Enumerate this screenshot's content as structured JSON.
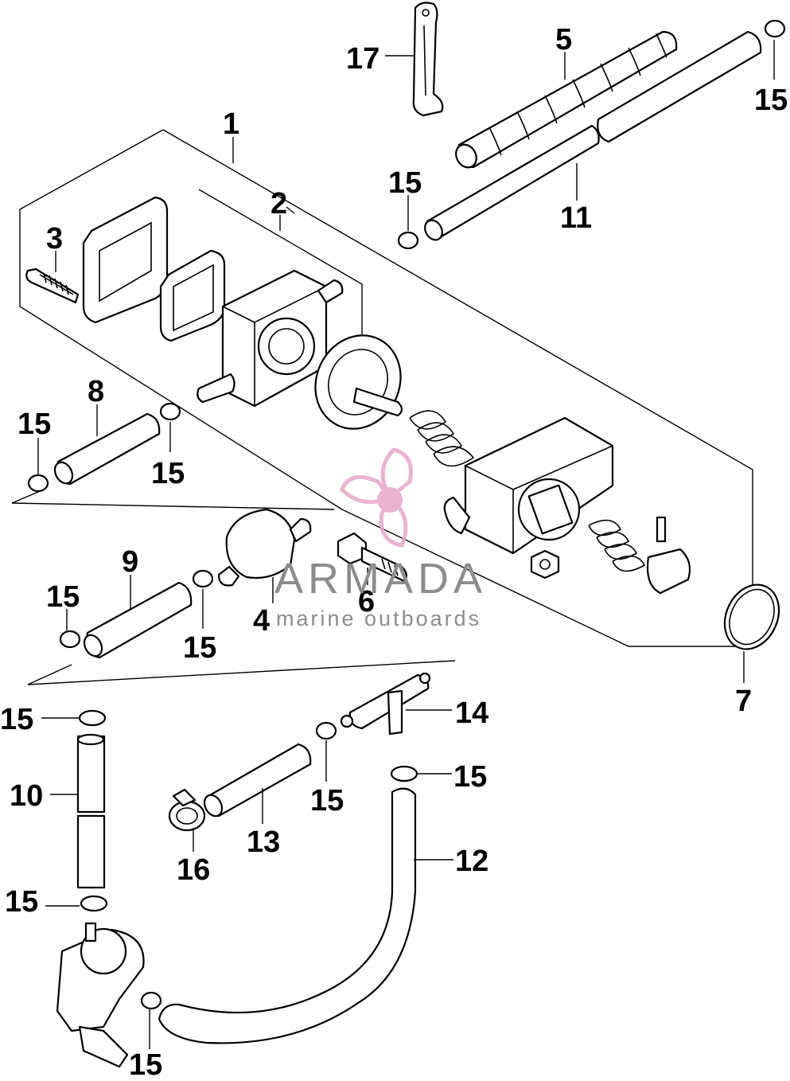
{
  "watermark": {
    "brand": "ARMADA",
    "tagline": "marine outboards",
    "logo_color": "#e8a6c8",
    "text_color": "#8c8c8c"
  },
  "callouts": [
    {
      "id": "1",
      "label": "1"
    },
    {
      "id": "2",
      "label": "2"
    },
    {
      "id": "3",
      "label": "3"
    },
    {
      "id": "4",
      "label": "4"
    },
    {
      "id": "5",
      "label": "5"
    },
    {
      "id": "6",
      "label": "6"
    },
    {
      "id": "7",
      "label": "7"
    },
    {
      "id": "8",
      "label": "8"
    },
    {
      "id": "9",
      "label": "9"
    },
    {
      "id": "10",
      "label": "10"
    },
    {
      "id": "11",
      "label": "11"
    },
    {
      "id": "12",
      "label": "12"
    },
    {
      "id": "13",
      "label": "13"
    },
    {
      "id": "14",
      "label": "14"
    },
    {
      "id": "15",
      "label": "15"
    },
    {
      "id": "16",
      "label": "16"
    },
    {
      "id": "17",
      "label": "17"
    }
  ]
}
